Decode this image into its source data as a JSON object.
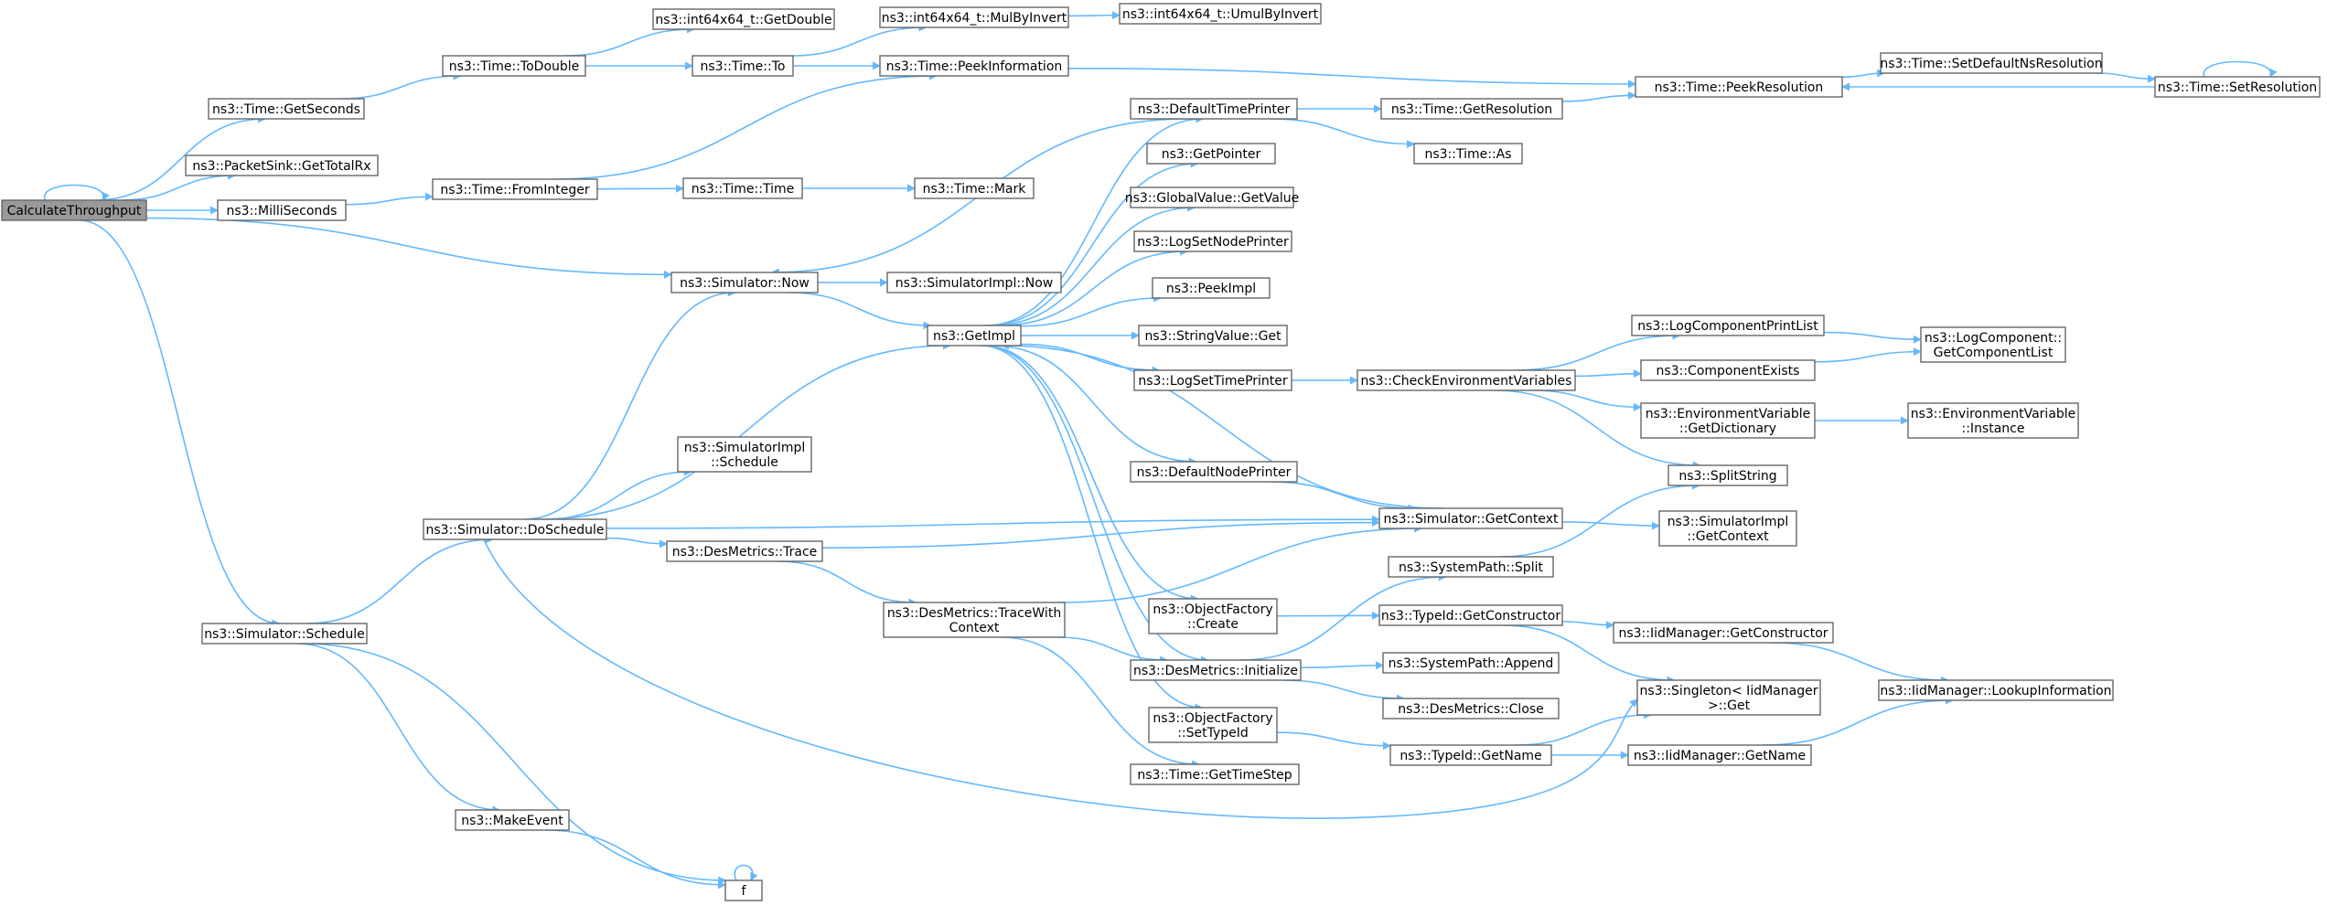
{
  "diagram": {
    "colors": {
      "edge": "#63b8ff",
      "node_border": "#666666",
      "root_fill": "#999999",
      "node_fill": "#ffffff"
    },
    "nodes": [
      {
        "id": "calc",
        "lines": [
          "CalculateThroughput"
        ],
        "root": true
      },
      {
        "id": "getSeconds",
        "lines": [
          "ns3::Time::GetSeconds"
        ]
      },
      {
        "id": "getTotalRx",
        "lines": [
          "ns3::PacketSink::GetTotalRx"
        ]
      },
      {
        "id": "milliSeconds",
        "lines": [
          "ns3::MilliSeconds"
        ]
      },
      {
        "id": "simSchedule",
        "lines": [
          "ns3::Simulator::Schedule"
        ]
      },
      {
        "id": "toDouble",
        "lines": [
          "ns3::Time::ToDouble"
        ]
      },
      {
        "id": "fromInteger",
        "lines": [
          "ns3::Time::FromInteger"
        ]
      },
      {
        "id": "simDoSchedule",
        "lines": [
          "ns3::Simulator::DoSchedule"
        ]
      },
      {
        "id": "makeEvent",
        "lines": [
          "ns3::MakeEvent"
        ]
      },
      {
        "id": "f",
        "lines": [
          "f"
        ]
      },
      {
        "id": "getDouble",
        "lines": [
          "ns3::int64x64_t::GetDouble"
        ]
      },
      {
        "id": "timeTo",
        "lines": [
          "ns3::Time::To"
        ]
      },
      {
        "id": "timeTime",
        "lines": [
          "ns3::Time::Time"
        ]
      },
      {
        "id": "simNow",
        "lines": [
          "ns3::Simulator::Now"
        ]
      },
      {
        "id": "simImplSchedule",
        "lines": [
          "ns3::SimulatorImpl",
          "::Schedule"
        ]
      },
      {
        "id": "desTrace",
        "lines": [
          "ns3::DesMetrics::Trace"
        ]
      },
      {
        "id": "mulByInvert",
        "lines": [
          "ns3::int64x64_t::MulByInvert"
        ]
      },
      {
        "id": "peekInfo",
        "lines": [
          "ns3::Time::PeekInformation"
        ]
      },
      {
        "id": "timeMark",
        "lines": [
          "ns3::Time::Mark"
        ]
      },
      {
        "id": "simImplNow",
        "lines": [
          "ns3::SimulatorImpl::Now"
        ]
      },
      {
        "id": "getImpl",
        "lines": [
          "ns3::GetImpl"
        ]
      },
      {
        "id": "traceWithCtx",
        "lines": [
          "ns3::DesMetrics::TraceWith",
          "Context"
        ]
      },
      {
        "id": "umulByInvert",
        "lines": [
          "ns3::int64x64_t::UmulByInvert"
        ]
      },
      {
        "id": "defTimePrinter",
        "lines": [
          "ns3::DefaultTimePrinter"
        ]
      },
      {
        "id": "getPointer",
        "lines": [
          "ns3::GetPointer"
        ]
      },
      {
        "id": "gvGetValue",
        "lines": [
          "ns3::GlobalValue::GetValue"
        ]
      },
      {
        "id": "logSetNode",
        "lines": [
          "ns3::LogSetNodePrinter"
        ]
      },
      {
        "id": "peekImpl",
        "lines": [
          "ns3::PeekImpl"
        ]
      },
      {
        "id": "strValGet",
        "lines": [
          "ns3::StringValue::Get"
        ]
      },
      {
        "id": "logSetTime",
        "lines": [
          "ns3::LogSetTimePrinter"
        ]
      },
      {
        "id": "defNodePrinter",
        "lines": [
          "ns3::DefaultNodePrinter"
        ]
      },
      {
        "id": "ofCreate",
        "lines": [
          "ns3::ObjectFactory",
          "::Create"
        ]
      },
      {
        "id": "desInit",
        "lines": [
          "ns3::DesMetrics::Initialize"
        ]
      },
      {
        "id": "ofSetTypeId",
        "lines": [
          "ns3::ObjectFactory",
          "::SetTypeId"
        ]
      },
      {
        "id": "getTimeStep",
        "lines": [
          "ns3::Time::GetTimeStep"
        ]
      },
      {
        "id": "getResolution",
        "lines": [
          "ns3::Time::GetResolution"
        ]
      },
      {
        "id": "timeAs",
        "lines": [
          "ns3::Time::As"
        ]
      },
      {
        "id": "checkEnv",
        "lines": [
          "ns3::CheckEnvironmentVariables"
        ]
      },
      {
        "id": "simGetContext",
        "lines": [
          "ns3::Simulator::GetContext"
        ]
      },
      {
        "id": "sysSplit",
        "lines": [
          "ns3::SystemPath::Split"
        ]
      },
      {
        "id": "tidGetCtor",
        "lines": [
          "ns3::TypeId::GetConstructor"
        ]
      },
      {
        "id": "sysAppend",
        "lines": [
          "ns3::SystemPath::Append"
        ]
      },
      {
        "id": "desClose",
        "lines": [
          "ns3::DesMetrics::Close"
        ]
      },
      {
        "id": "tidGetName",
        "lines": [
          "ns3::TypeId::GetName"
        ]
      },
      {
        "id": "peekRes",
        "lines": [
          "ns3::Time::PeekResolution"
        ]
      },
      {
        "id": "logCompPrint",
        "lines": [
          "ns3::LogComponentPrintList"
        ]
      },
      {
        "id": "compExists",
        "lines": [
          "ns3::ComponentExists"
        ]
      },
      {
        "id": "envGetDict",
        "lines": [
          "ns3::EnvironmentVariable",
          "::GetDictionary"
        ]
      },
      {
        "id": "splitString",
        "lines": [
          "ns3::SplitString"
        ]
      },
      {
        "id": "simImplGetCtx",
        "lines": [
          "ns3::SimulatorImpl",
          "::GetContext"
        ]
      },
      {
        "id": "iidGetCtor",
        "lines": [
          "ns3::IidManager::GetConstructor"
        ]
      },
      {
        "id": "singletonGet",
        "lines": [
          "ns3::Singleton< IidManager",
          " >::Get"
        ]
      },
      {
        "id": "iidGetName",
        "lines": [
          "ns3::IidManager::GetName"
        ]
      },
      {
        "id": "setDefaultNsRes",
        "lines": [
          "ns3::Time::SetDefaultNsResolution"
        ]
      },
      {
        "id": "setResolution",
        "lines": [
          "ns3::Time::SetResolution"
        ]
      },
      {
        "id": "logCompGetList",
        "lines": [
          "ns3::LogComponent::",
          "GetComponentList"
        ]
      },
      {
        "id": "envInstance",
        "lines": [
          "ns3::EnvironmentVariable",
          "::Instance"
        ]
      },
      {
        "id": "iidLookup",
        "lines": [
          "ns3::IidManager::LookupInformation"
        ]
      }
    ]
  }
}
